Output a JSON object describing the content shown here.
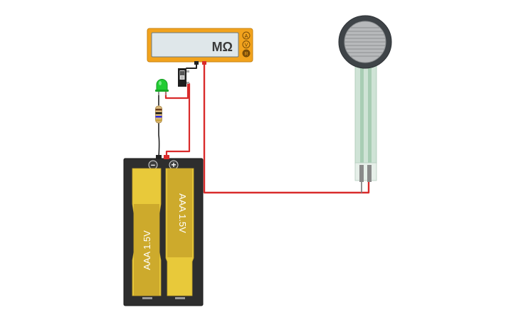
{
  "multimeter": {
    "unit": "MΩ",
    "mode_buttons": [
      "A",
      "V",
      "R"
    ],
    "colors": {
      "body": "#f2a31d",
      "display": "#dfe7ea"
    }
  },
  "battery_pack": {
    "neg_symbol": "−",
    "pos_symbol": "+",
    "cells": [
      {
        "label": "AAA 1.5V"
      },
      {
        "label": "AAA 1.5V"
      }
    ],
    "colors": {
      "case": "#2e2e2e",
      "cell": "#e8c93a",
      "cell_band": "#c8a52a"
    }
  },
  "led": {
    "color": "#22cc33"
  },
  "wire_colors": {
    "red": "#d92b2b",
    "black": "#222222"
  }
}
